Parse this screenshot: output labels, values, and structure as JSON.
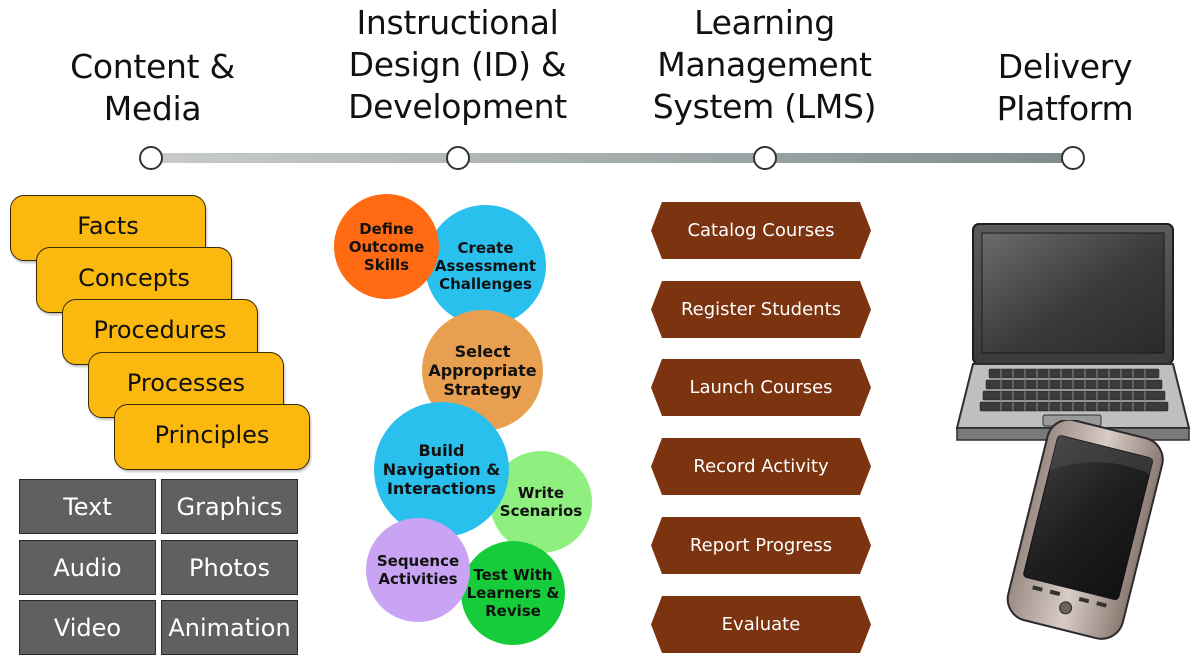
{
  "columns": [
    {
      "line1": "",
      "line2": "Content &",
      "line3": "Media"
    },
    {
      "line1": "Instructional",
      "line2": "Design (ID) &",
      "line3": "Development"
    },
    {
      "line1": "Learning",
      "line2": "Management",
      "line3": "System (LMS)"
    },
    {
      "line1": "",
      "line2": "Delivery",
      "line3": "Platform"
    }
  ],
  "content_cards": [
    "Facts",
    "Concepts",
    "Procedures",
    "Processes",
    "Principles"
  ],
  "media": [
    "Text",
    "Graphics",
    "Audio",
    "Photos",
    "Video",
    "Animation"
  ],
  "id_steps": [
    {
      "lines": [
        "Define",
        "Outcome",
        "Skills"
      ],
      "color": "#ff6a13"
    },
    {
      "lines": [
        "Create",
        "Assessment",
        "Challenges"
      ],
      "color": "#29c0ee"
    },
    {
      "lines": [
        "Select",
        "Appropriate",
        "Strategy"
      ],
      "color": "#e8a050"
    },
    {
      "lines": [
        "Build",
        "Navigation &",
        "Interactions"
      ],
      "color": "#29c0ee"
    },
    {
      "lines": [
        "Write",
        "Scenarios"
      ],
      "color": "#8ff07f"
    },
    {
      "lines": [
        "Sequence",
        "Activities"
      ],
      "color": "#c9a4f4"
    },
    {
      "lines": [
        "Test With",
        "Learners &",
        "Revise"
      ],
      "color": "#17cc3a"
    }
  ],
  "lms_steps": [
    "Catalog Courses",
    "Register Students",
    "Launch Courses",
    "Record Activity",
    "Report Progress",
    "Evaluate"
  ],
  "colors": {
    "card": "#fbb80f",
    "media_cell": "#606060",
    "lms_button": "#7b3310"
  }
}
